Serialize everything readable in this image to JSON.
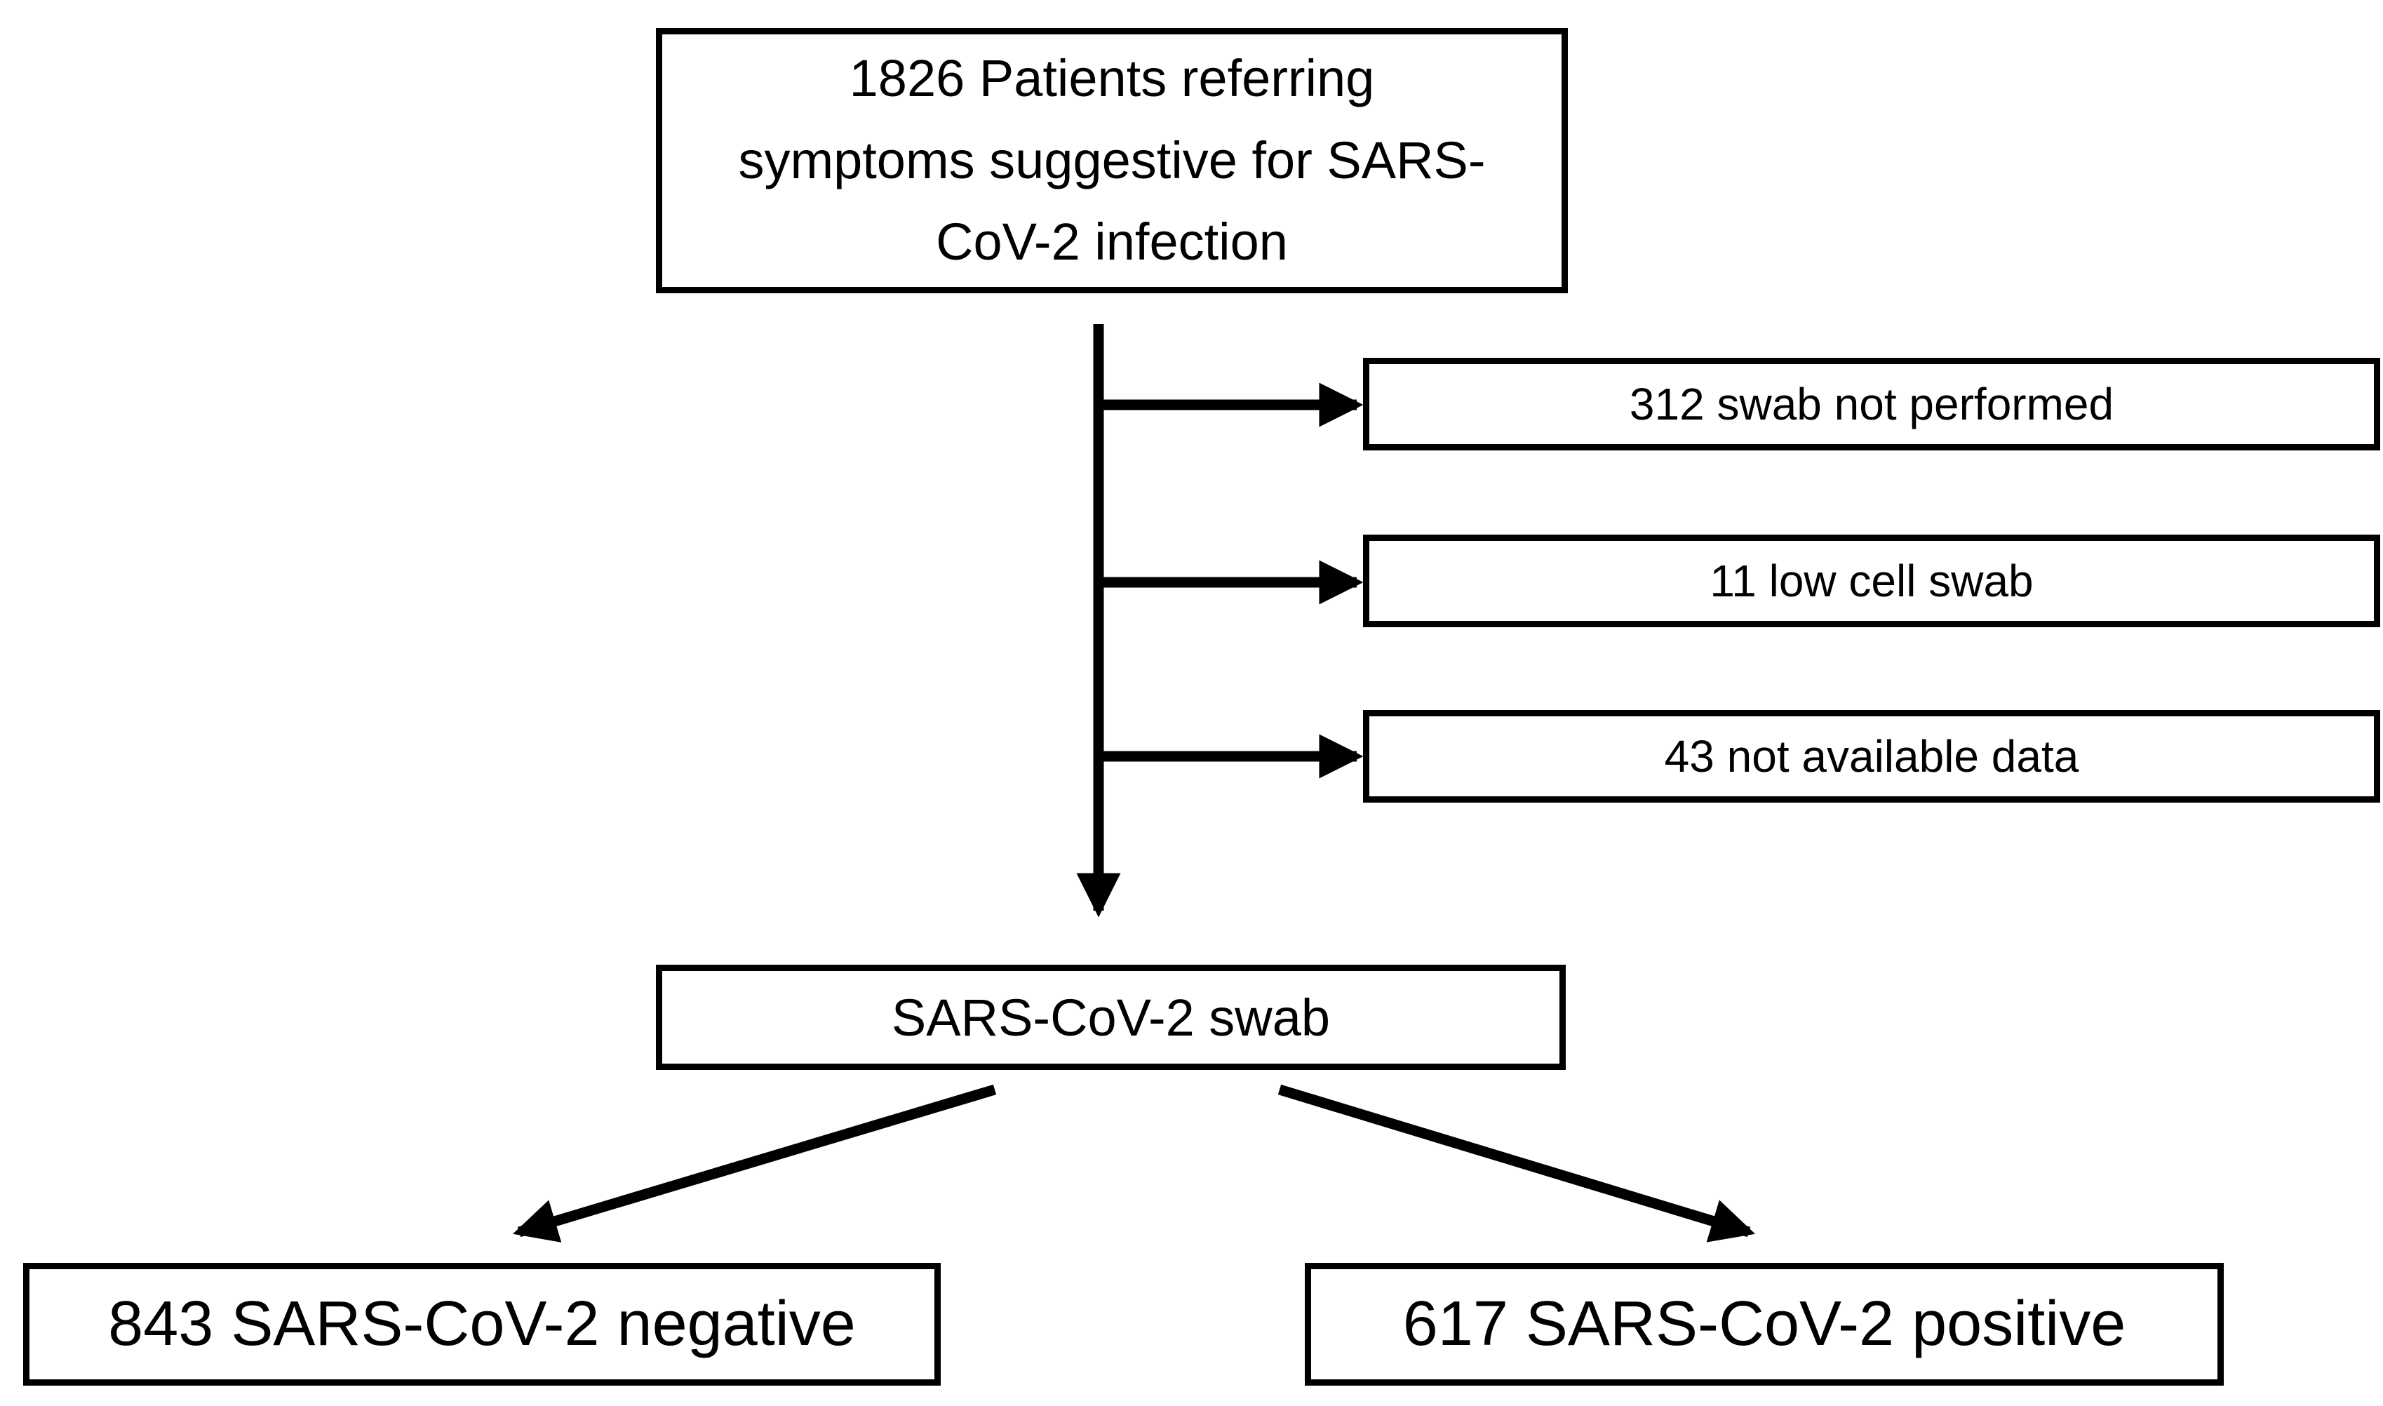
{
  "diagram": {
    "type": "flowchart",
    "background_color": "#ffffff",
    "line_color": "#000000",
    "box_fill_color": "#ffffff",
    "nodes": {
      "top": {
        "label": "1826 Patients referring symptoms suggestive for SARS-CoV-2 infection",
        "lines": [
          "1826 Patients referring",
          "symptoms suggestive for SARS-",
          "CoV-2 infection"
        ]
      },
      "excluded_1": {
        "label": "312 swab not performed"
      },
      "excluded_2": {
        "label": "11 low cell swab"
      },
      "excluded_3": {
        "label": "43 not available data"
      },
      "swab": {
        "label": "SARS-CoV-2 swab"
      },
      "negative": {
        "label": "843 SARS-CoV-2 negative"
      },
      "positive": {
        "label": "617 SARS-CoV-2 positive"
      }
    }
  }
}
